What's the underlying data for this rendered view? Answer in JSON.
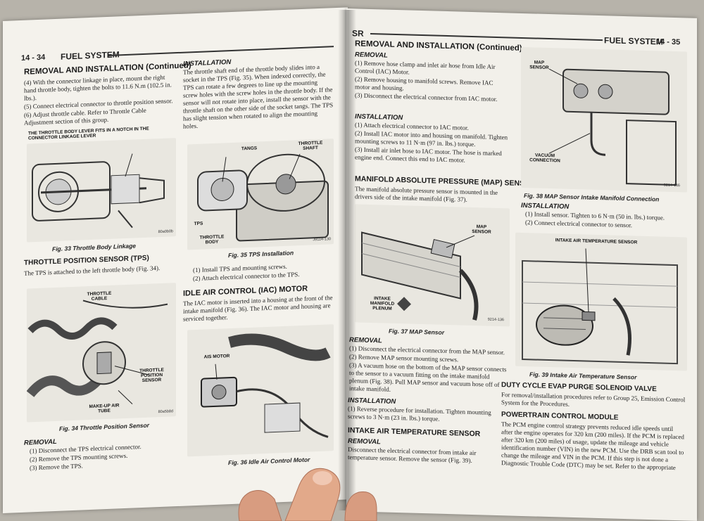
{
  "left_page": {
    "page_number": "14 - 34",
    "chapter": "FUEL SYSTEM",
    "col1": {
      "heading": "REMOVAL AND INSTALLATION (Continued)",
      "steps": [
        "(4) With the connector linkage in place, mount the right hand throttle body, tighten the bolts to 11.6 N.m (102.5 in. lbs.).",
        "(5) Connect electrical connector to throttle position sensor.",
        "(6) Adjust throttle cable. Refer to Throttle Cable Adjustment section of this group."
      ],
      "fig33_callout": "THE THROTTLE BODY LEVER FITS IN A NOTCH IN THE CONNECTOR LINKAGE LEVER",
      "fig33_code": "80a0b0b",
      "fig33_caption": "Fig. 33 Throttle Body Linkage",
      "tps_heading": "THROTTLE POSITION SENSOR (TPS)",
      "tps_text": "The TPS is attached to the left throttle body (Fig. 34).",
      "fig34_labels": [
        "THROTTLE CABLE",
        "THROTTLE POSITION SENSOR",
        "MAKE-UP AIR TUBE"
      ],
      "fig34_code": "80a5b8d",
      "fig34_caption": "Fig. 34 Throttle Position Sensor",
      "removal_heading": "REMOVAL",
      "removal_steps": [
        "(1) Disconnect the TPS electrical connector.",
        "(2) Remove the TPS mounting screws.",
        "(3) Remove the TPS."
      ]
    },
    "col2": {
      "install_heading": "INSTALLATION",
      "install_text": "The throttle shaft end of the throttle body slides into a socket in the TPS (Fig. 35). When indexed correctly, the TPS can rotate a few degrees to line up the mounting screw holes with the screw holes in the throttle body. If the sensor will not rotate into place, install the sensor with the throttle shaft on the other side of the socket tangs. The TPS has slight tension when rotated to align the mounting holes.",
      "fig35_labels": [
        "TANGS",
        "THROTTLE SHAFT",
        "TPS",
        "THROTTLE BODY"
      ],
      "fig35_code": "J9114-130",
      "fig35_caption": "Fig. 35 TPS Installation",
      "install_steps": [
        "(1) Install TPS and mounting screws.",
        "(2) Attach electrical connector to the TPS."
      ],
      "iac_heading": "IDLE AIR CONTROL (IAC) MOTOR",
      "iac_text": "The IAC motor is inserted into a housing at the front of the intake manifold (Fig. 36). The IAC motor and housing are serviced together.",
      "fig36_labels": [
        "AIS MOTOR"
      ],
      "fig36_caption": "Fig. 36 Idle Air Control Motor"
    }
  },
  "right_page": {
    "section_code": "SR",
    "page_number": "14 - 35",
    "chapter": "FUEL SYSTEM",
    "col1": {
      "heading": "REMOVAL AND INSTALLATION (Continued)",
      "removal_heading": "REMOVAL",
      "removal_steps": [
        "(1) Remove hose clamp and inlet air hose from Idle Air Control (IAC) Motor.",
        "(2) Remove housing to manifold screws. Remove IAC motor and housing.",
        "(3) Disconnect the electrical connector from IAC motor."
      ],
      "install_heading": "INSTALLATION",
      "install_steps": [
        "(1) Attach electrical connector to IAC motor.",
        "(2) Install IAC motor into and housing on manifold. Tighten mounting screws to 11 N·m (97 in. lbs.) torque.",
        "(3) Install air inlet hose to IAC motor. The hose is marked engine end. Connect this end to IAC motor."
      ],
      "map_heading": "MANIFOLD ABSOLUTE PRESSURE (MAP) SENSOR",
      "map_text": "The manifold absolute pressure sensor is mounted in the drivers side of the intake manifold (Fig. 37).",
      "fig37_labels": [
        "MAP SENSOR",
        "INTAKE MANIFOLD PLENUM"
      ],
      "fig37_code": "9214-136",
      "fig37_caption": "Fig. 37 MAP Sensor",
      "removal2_heading": "REMOVAL",
      "removal2_steps": [
        "(1) Disconnect the electrical connector from the MAP sensor.",
        "(2) Remove MAP sensor mounting screws.",
        "(3) A vacuum hose on the bottom of the MAP sensor connects to the sensor to a vacuum fitting on the intake manifold plenum (Fig. 38). Pull MAP sensor and vacuum hose off of intake manifold."
      ],
      "install2_heading": "INSTALLATION",
      "install2_text": "(1) Reverse procedure for installation. Tighten mounting screws to 3 N·m (23 in. lbs.) torque.",
      "iat_heading": "INTAKE AIR TEMPERATURE SENSOR",
      "removal3_heading": "REMOVAL",
      "removal3_text": "Disconnect the electrical connector from intake air temperature sensor. Remove the sensor (Fig. 39)."
    },
    "col2": {
      "fig38_labels": [
        "MAP SENSOR",
        "VACUUM CONNECTION"
      ],
      "fig38_code": "9214-146",
      "fig38_caption": "Fig. 38 MAP Sensor Intake Manifold Connection",
      "install_heading": "INSTALLATION",
      "install_steps": [
        "(1) Install sensor. Tighten to 6 N·m (50 in. lbs.) torque.",
        "(2) Connect electrical connector to sensor."
      ],
      "fig39_label": "INTAKE AIR TEMPERATURE SENSOR",
      "fig39_caption": "Fig. 39 Intake Air Temperature Sensor",
      "evap_heading": "DUTY CYCLE EVAP PURGE SOLENOID VALVE",
      "evap_text": "For removal/installation procedures refer to Group 25, Emission Control System for the Procedures.",
      "pcm_heading": "POWERTRAIN CONTROL MODULE",
      "pcm_text": "The PCM engine control strategy prevents reduced idle speeds until after the engine operates for 320 km (200 miles). If the PCM is replaced after 320 km (200 miles) of usage, update the mileage and vehicle identification number (VIN) in the new PCM. Use the DRB scan tool to change the mileage and VIN in the PCM. If this step is not done a Diagnostic Trouble Code (DTC) may be set. Refer to the appropriate"
    }
  },
  "colors": {
    "paper": "#f4f2ec",
    "ink": "#222222",
    "background": "#b7b3aa",
    "skin": "#e2a98a"
  }
}
